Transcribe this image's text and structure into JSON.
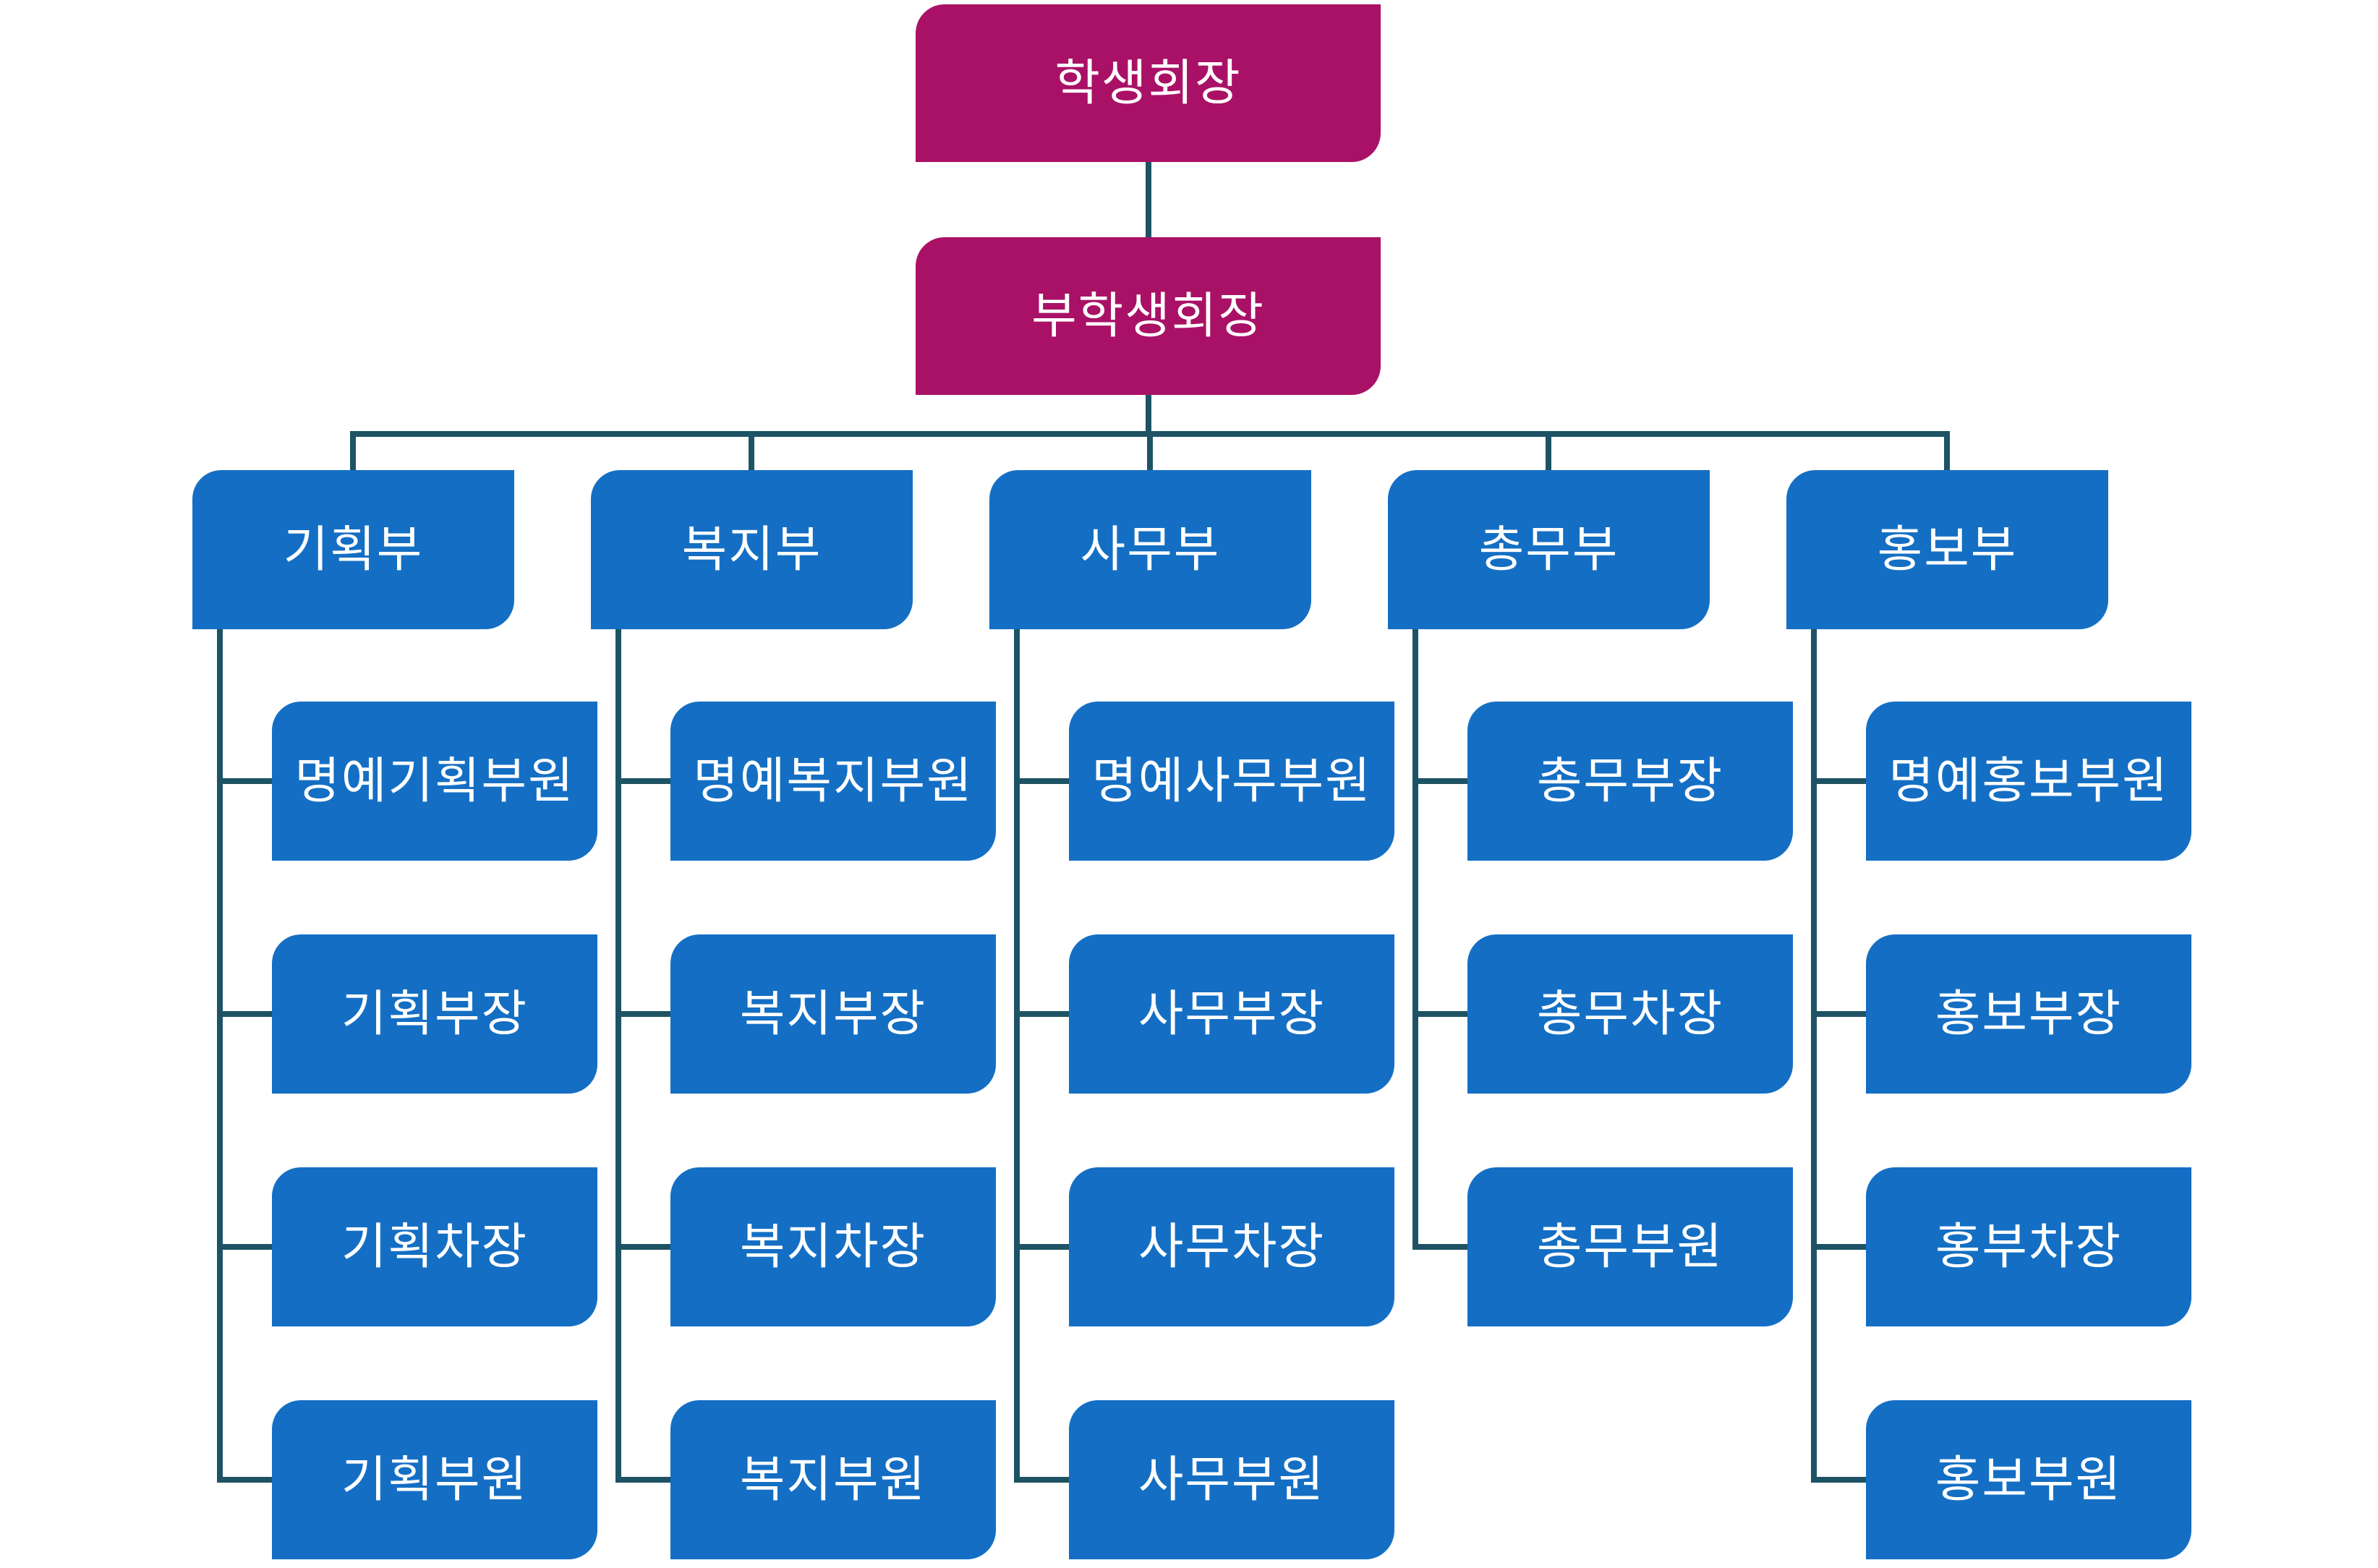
{
  "org_chart": {
    "type": "org-tree",
    "president": {
      "label": "학생회장"
    },
    "vice_president": {
      "label": "부학생회장"
    },
    "departments": [
      {
        "label": "기획부",
        "children": [
          "명예기획부원",
          "기획부장",
          "기획차장",
          "기획부원"
        ]
      },
      {
        "label": "복지부",
        "children": [
          "명예복지부원",
          "복지부장",
          "복지차장",
          "복지부원"
        ]
      },
      {
        "label": "사무부",
        "children": [
          "명예사무부원",
          "사무부장",
          "사무차장",
          "사무부원"
        ]
      },
      {
        "label": "총무부",
        "children": [
          "총무부장",
          "총무차장",
          "총무부원"
        ]
      },
      {
        "label": "홍보부",
        "children": [
          "명예홍보부원",
          "홍보부장",
          "홍부차장",
          "홍보부원"
        ]
      }
    ],
    "colors": {
      "root_box": "#A91166",
      "node_box": "#146FC4",
      "connector": "#1E5365",
      "text": "#FFFFFF",
      "background": "#FFFFFF"
    }
  }
}
